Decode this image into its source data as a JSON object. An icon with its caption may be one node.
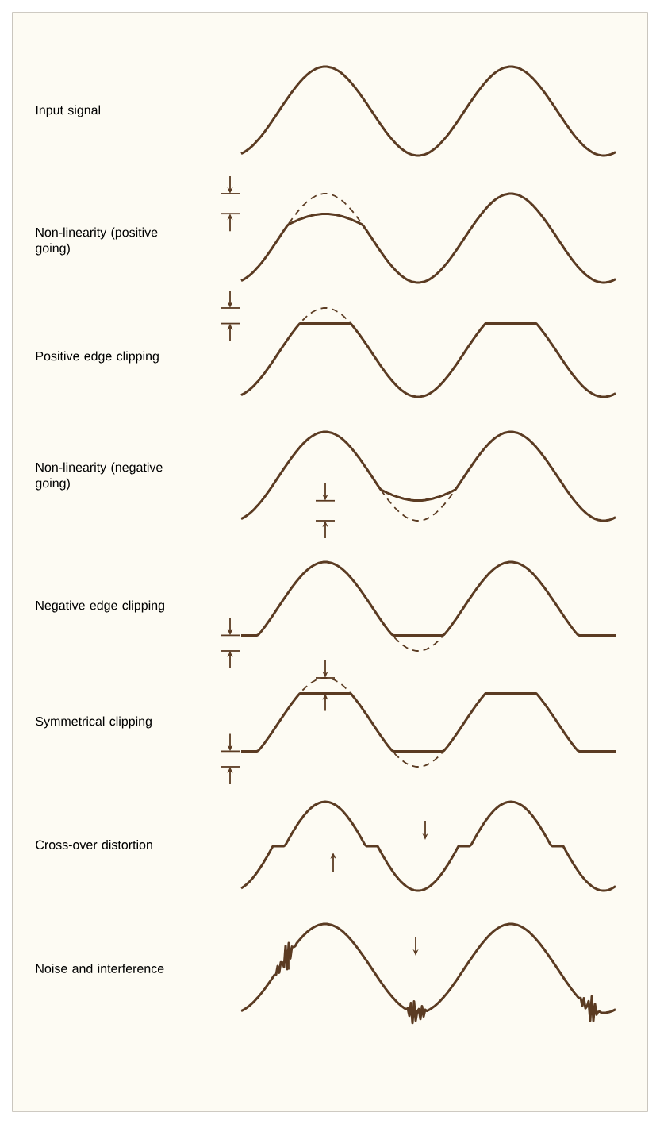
{
  "diagram": {
    "labels": [
      "Input signal",
      "Non-linearity (positive going)",
      "Positive edge clipping",
      "Non-linearity (negative going)",
      "Negative edge clipping",
      "Symmetrical clipping",
      "Cross-over distortion",
      "Noise and interference"
    ]
  }
}
